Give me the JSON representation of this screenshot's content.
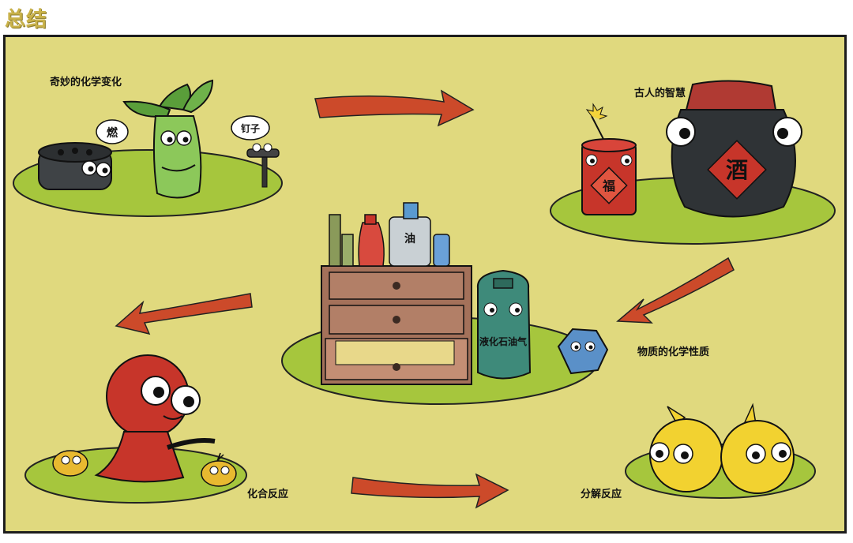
{
  "title": "总结",
  "labels": {
    "magic_change": "奇妙的化学变化",
    "ancient_wisdom": "古人的智慧",
    "chemical_property": "物质的化学性质",
    "combination": "化合反应",
    "decomposition": "分解反应"
  },
  "signs": {
    "coal_bubble": "燃",
    "nail_bubble": "钉子",
    "firecracker": "福",
    "wine_jar": "酒",
    "gas_tank": "液化石油气",
    "oil_bottle": "油"
  },
  "colors": {
    "background": "#e0d97e",
    "grass": "#a6c63d",
    "arrow": "#cc4a2a",
    "title": "#c9b24a"
  }
}
